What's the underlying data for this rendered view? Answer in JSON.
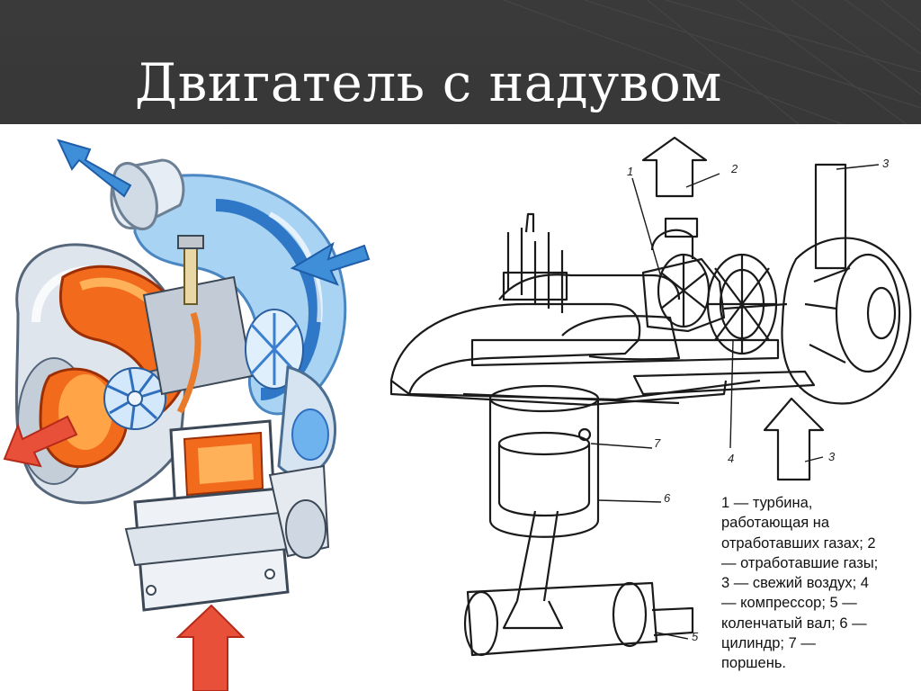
{
  "slide": {
    "title": "Двигатель с надувом",
    "legend_lines": [
      "1 — турбина,",
      "работающая на",
      "отработавших газах; 2",
      "— отработавшие газы;",
      "3 — свежий воздух; 4",
      "— компрессор; 5 —",
      "коленчатый вал; 6 —",
      "цилиндр; 7 —",
      "поршень."
    ]
  },
  "diagram": {
    "callouts": {
      "c1": "1",
      "c2": "2",
      "c3a": "3",
      "c3b": "3",
      "c4": "4",
      "c5": "5",
      "c6": "6",
      "c7": "7"
    }
  },
  "colors": {
    "background": "#2d2d2d",
    "title_text": "#ffffff",
    "exhaust_arrow": "#e8503a",
    "exhaust_body": "#f07a20",
    "intake_arrow": "#3f8fd8",
    "intake_body": "#8cc4f0",
    "metal": "#cfd6df"
  }
}
